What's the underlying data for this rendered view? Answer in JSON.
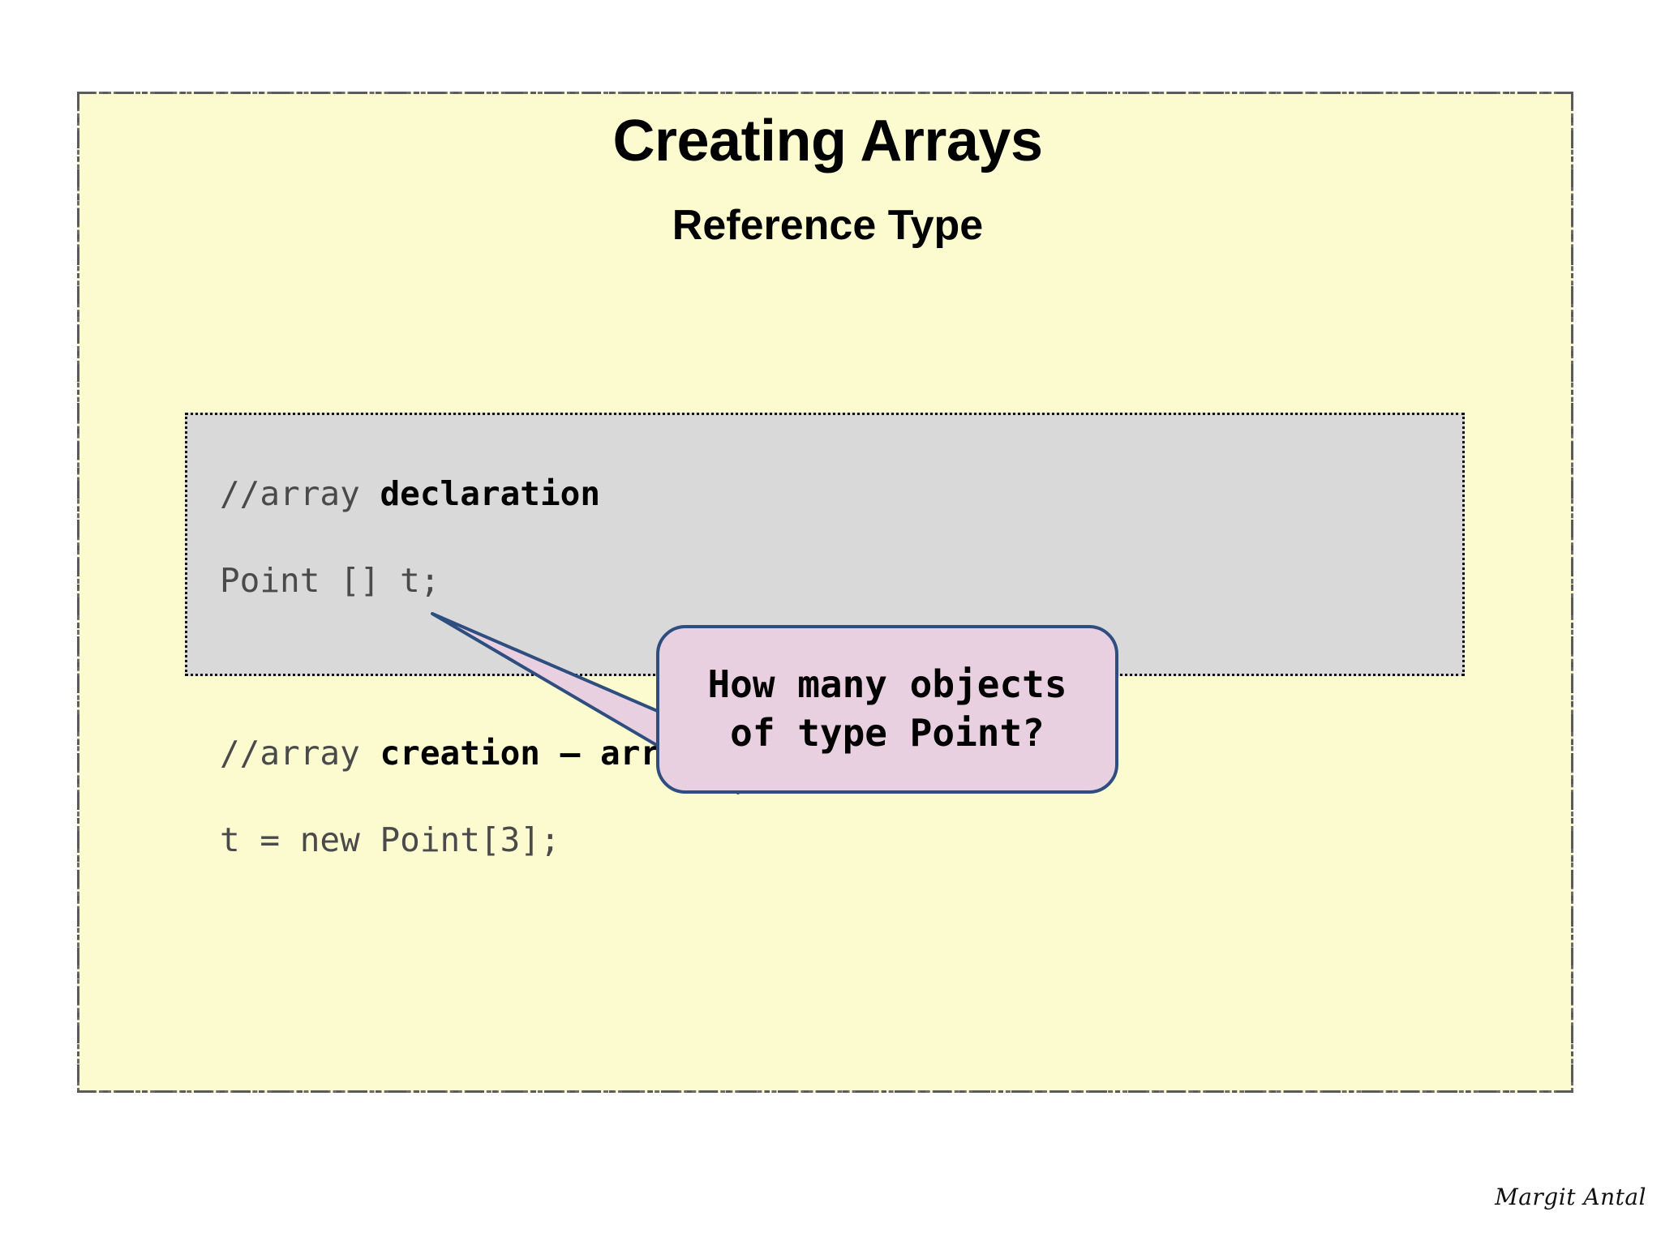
{
  "slide": {
    "title": "Creating Arrays",
    "subtitle": "Reference Type",
    "background_color": "#FCFBD0",
    "border_color": "#5a5a5a"
  },
  "code_block": {
    "background_color": "#D9D9D9",
    "border_color": "#111111",
    "lines": [
      {
        "plain": "//array ",
        "bold": "declaration"
      },
      {
        "plain": "Point [] t;",
        "bold": ""
      },
      {
        "plain": "",
        "bold": ""
      },
      {
        "plain": "//array ",
        "bold": "creation – array of references!!!"
      },
      {
        "plain": "t = new Point[3];",
        "bold": ""
      }
    ],
    "line1_plain": "//array ",
    "line1_bold": "declaration",
    "line2": "Point [] t;",
    "line3": " ",
    "line4_plain": "//array ",
    "line4_bold": "creation – array of references!!!",
    "line5": "t = new Point[3];"
  },
  "callout": {
    "line1": "How many objects",
    "line2": "of type Point?",
    "fill_color": "#E8D0E0",
    "border_color": "#2E4E80"
  },
  "signature": {
    "name": "Margit Antal"
  }
}
